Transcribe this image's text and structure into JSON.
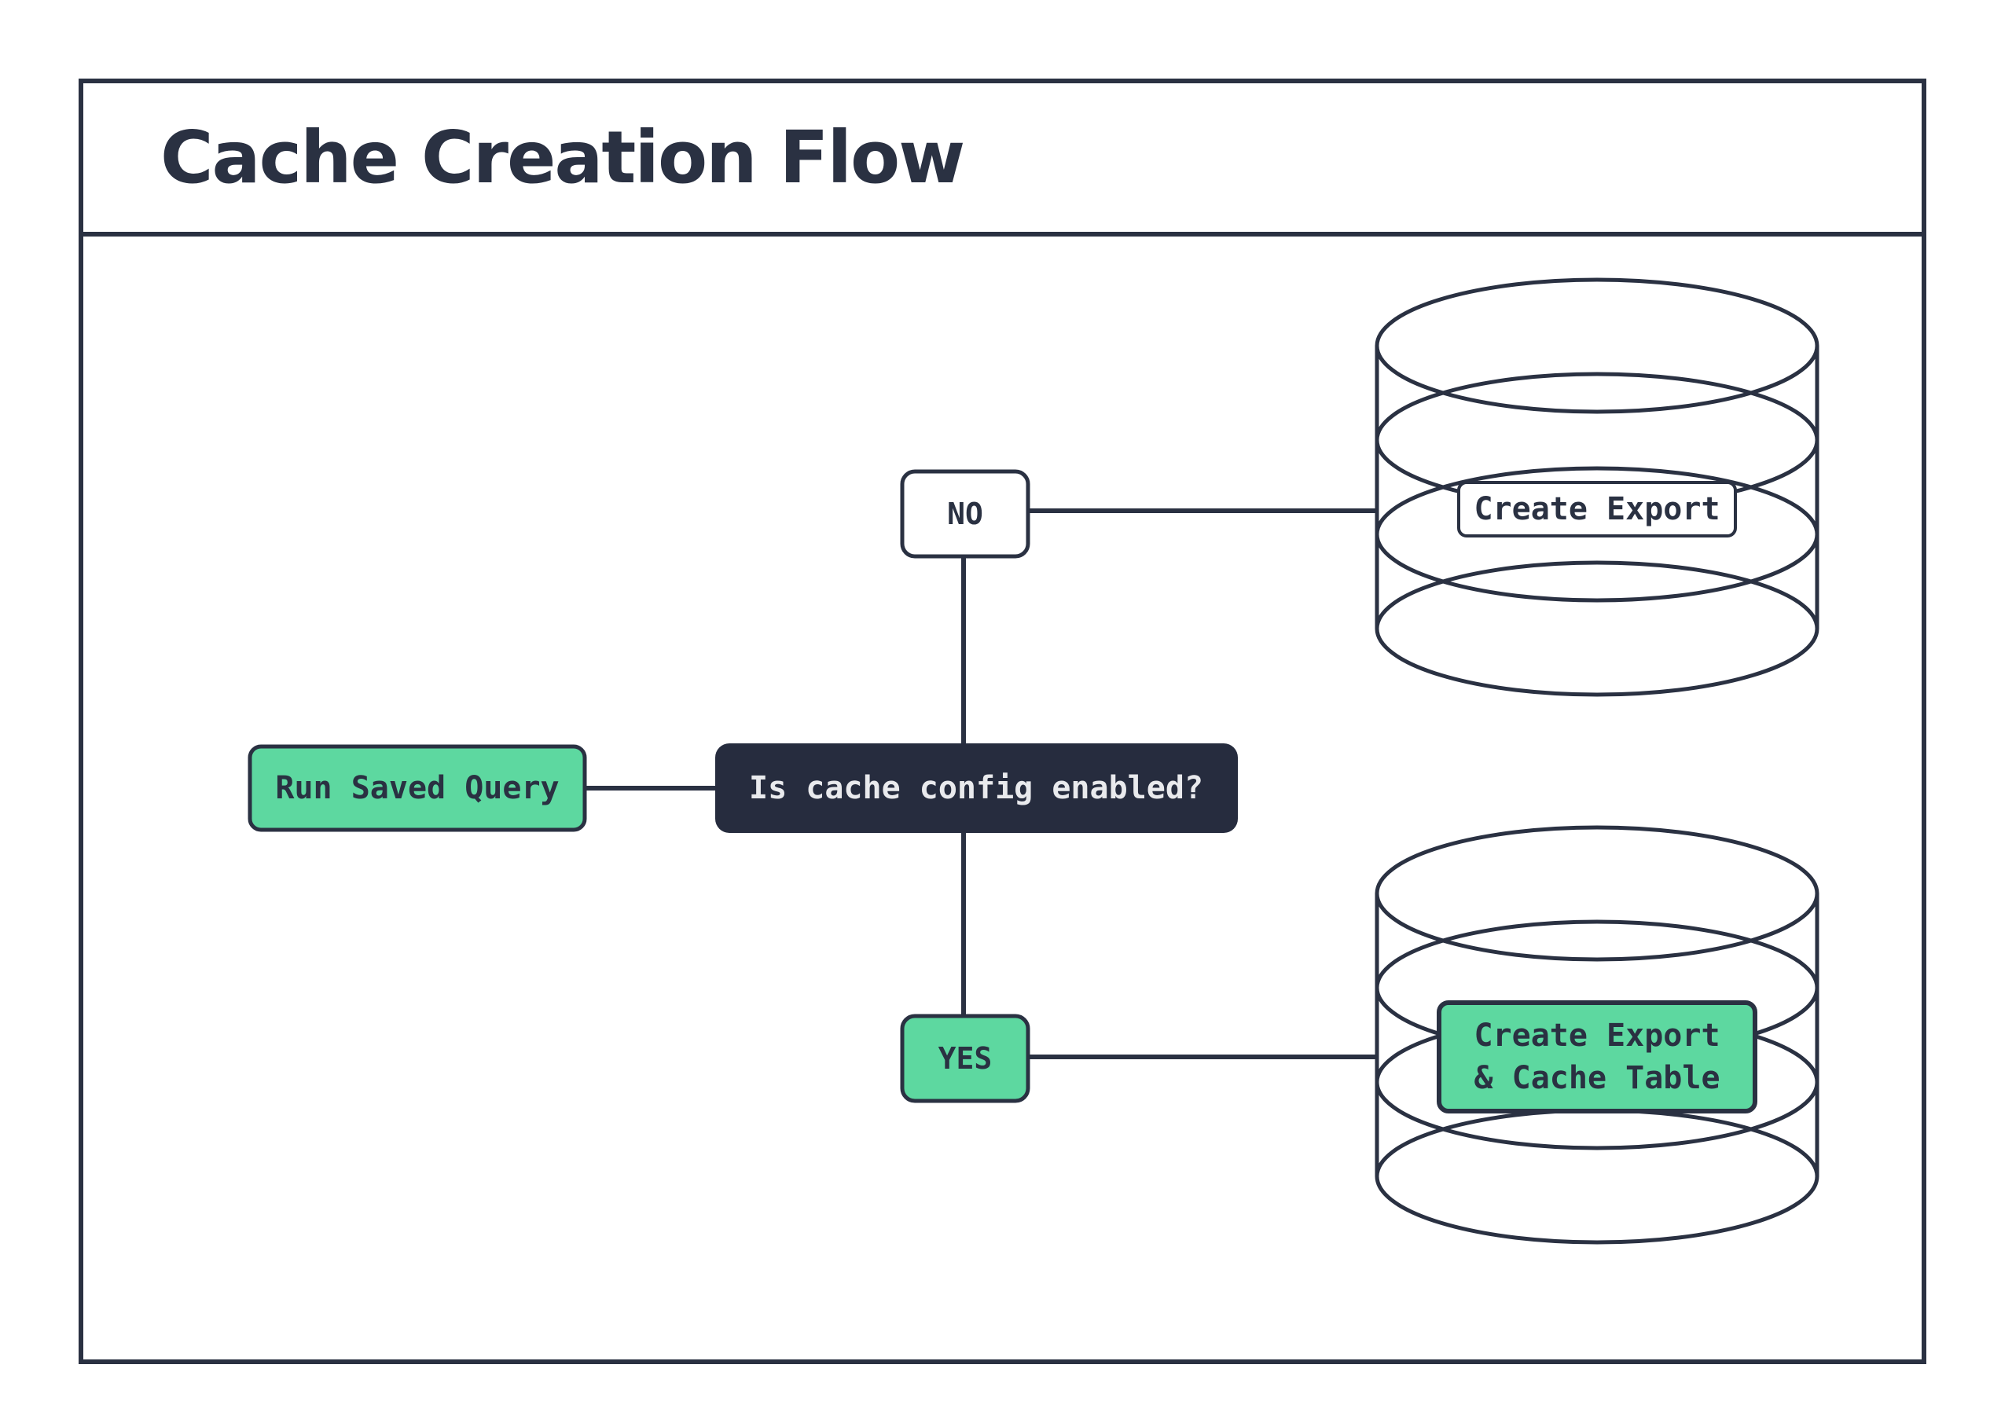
{
  "title": "Cache Creation Flow",
  "colors": {
    "ink": "#2A3142",
    "node_green": "#5DD8A0",
    "node_dark": "#262C3E",
    "node_white": "#FFFFFF",
    "text_light": "#E9EAED",
    "background": "#FFFFFF"
  },
  "nodes": {
    "run_saved_query": {
      "label": "Run Saved Query"
    },
    "question": {
      "label": "Is cache config enabled?"
    },
    "no_branch": {
      "label": "NO"
    },
    "yes_branch": {
      "label": "YES"
    },
    "export_database": {
      "label": "Create Export"
    },
    "cache_database": {
      "label_line1": "Create Export",
      "label_line2": "& Cache Table"
    }
  },
  "edges": [
    {
      "from": "run_saved_query",
      "to": "question"
    },
    {
      "from": "question",
      "to": "no_branch"
    },
    {
      "from": "question",
      "to": "yes_branch"
    },
    {
      "from": "no_branch",
      "to": "export_database"
    },
    {
      "from": "yes_branch",
      "to": "cache_database"
    }
  ]
}
